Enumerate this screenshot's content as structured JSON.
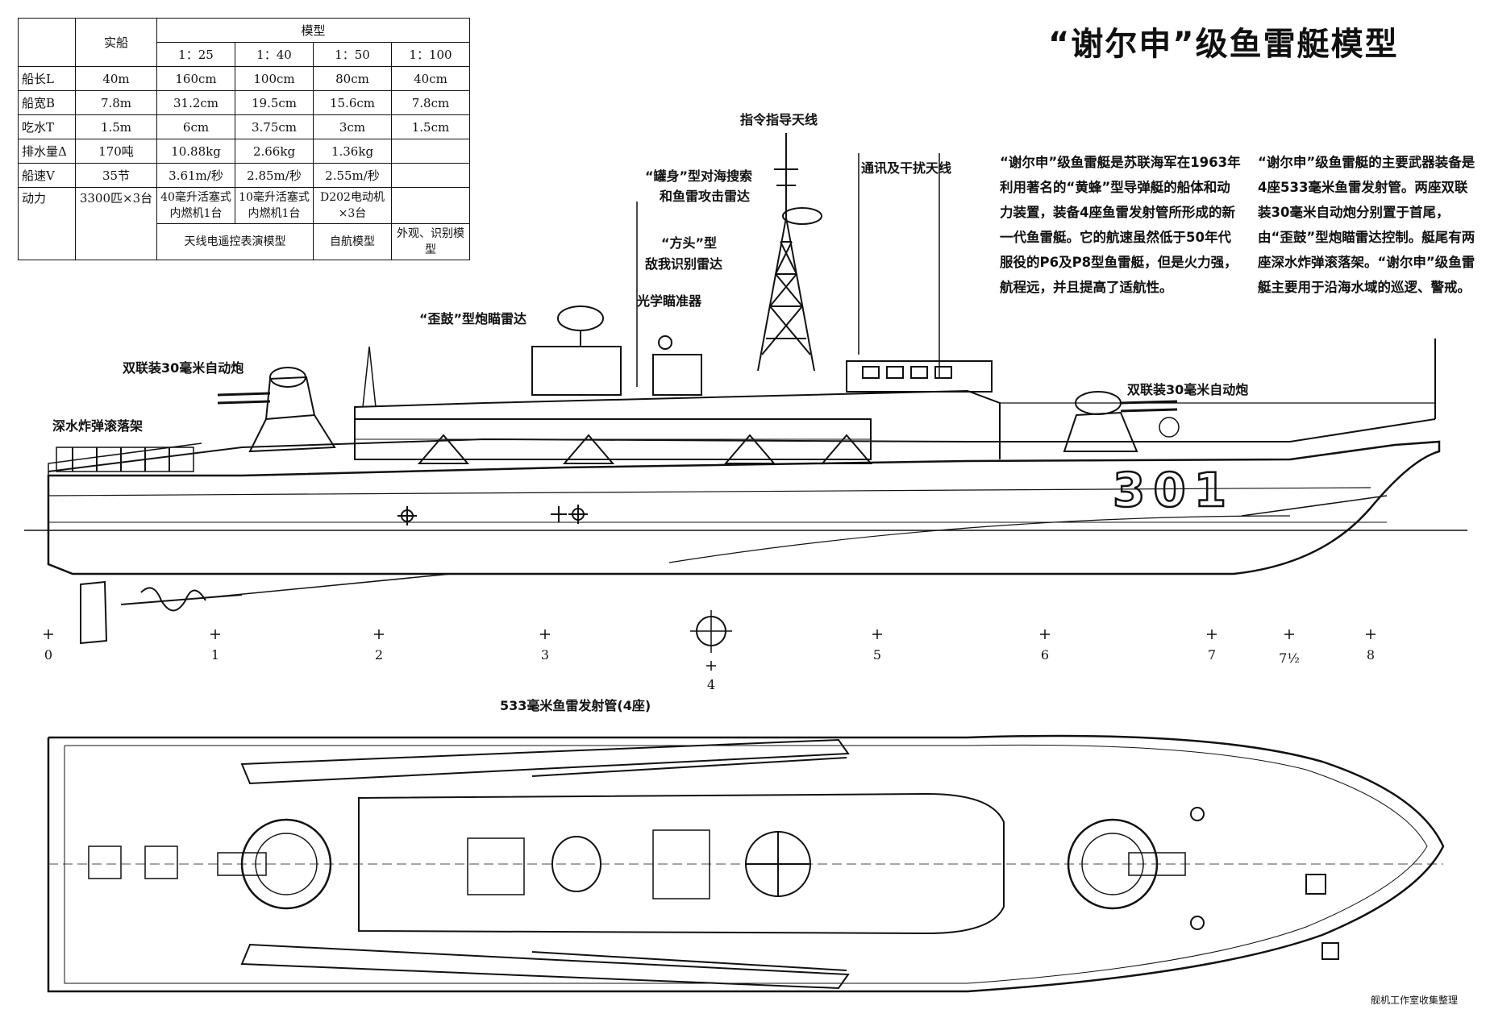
{
  "title": "“谢尔申”级鱼雷艇模型",
  "table": {
    "header_real": "实船",
    "header_model": "模型",
    "scales": [
      "1：25",
      "1：40",
      "1：50",
      "1：100"
    ],
    "rows": [
      {
        "label": "船长L",
        "real": "40m",
        "vals": [
          "160cm",
          "100cm",
          "80cm",
          "40cm"
        ]
      },
      {
        "label": "船宽B",
        "real": "7.8m",
        "vals": [
          "31.2cm",
          "19.5cm",
          "15.6cm",
          "7.8cm"
        ]
      },
      {
        "label": "吃水T",
        "real": "1.5m",
        "vals": [
          "6cm",
          "3.75cm",
          "3cm",
          "1.5cm"
        ]
      },
      {
        "label": "排水量Δ",
        "real": "170吨",
        "vals": [
          "10.88kg",
          "2.66kg",
          "1.36kg",
          ""
        ]
      },
      {
        "label": "船速V",
        "real": "35节",
        "vals": [
          "3.61m/秒",
          "2.85m/秒",
          "2.55m/秒",
          ""
        ]
      },
      {
        "label": "动力",
        "real": "3300匹×3台",
        "vals": [
          "40毫升活塞式内燃机1台",
          "10毫升活塞式内燃机1台",
          "D202电动机×3台",
          ""
        ]
      }
    ],
    "footer": [
      "天线电遥控表演模型",
      "自航模型",
      "外观、识别模型"
    ]
  },
  "description_1": "“谢尔申”级鱼雷艇是苏联海军在1963年利用著名的“黄蜂”型导弹艇的船体和动力装置，装备4座鱼雷发射管所形成的新一代鱼雷艇。它的航速虽然低于50年代服役的P6及P8型鱼雷艇，但是火力强，航程远，并且提高了适航性。",
  "description_2": "“谢尔申”级鱼雷艇的主要武器装备是4座533毫米鱼雷发射管。两座双联装30毫米自动炮分别置于首尾，由“歪鼓”型炮瞄雷达控制。艇尾有两座深水炸弹滚落架。“谢尔申”级鱼雷艇主要用于沿海水域的巡逻、警戒。",
  "labels": {
    "command_antenna": "指令指导天线",
    "comm_antenna": "通讯及干扰天线",
    "search_radar_1": "“罐身”型对海搜索",
    "search_radar_2": "和鱼雷攻击雷达",
    "iff_radar_1": "“方头”型",
    "iff_radar_2": "敌我识别雷达",
    "optical_director": "光学瞄准器",
    "fire_radar": "“歪鼓”型炮瞄雷达",
    "aft_gun": "双联装30毫米自动炮",
    "depth_charge": "深水炸弹滚落架",
    "fwd_gun": "双联装30毫米自动炮",
    "torpedo_tubes": "533毫米鱼雷发射管(4座)",
    "hull_number": "301",
    "credit": "舰机工作室收集整理"
  },
  "stations": [
    "0",
    "1",
    "2",
    "3",
    "4",
    "5",
    "6",
    "7",
    "7½",
    "8"
  ]
}
